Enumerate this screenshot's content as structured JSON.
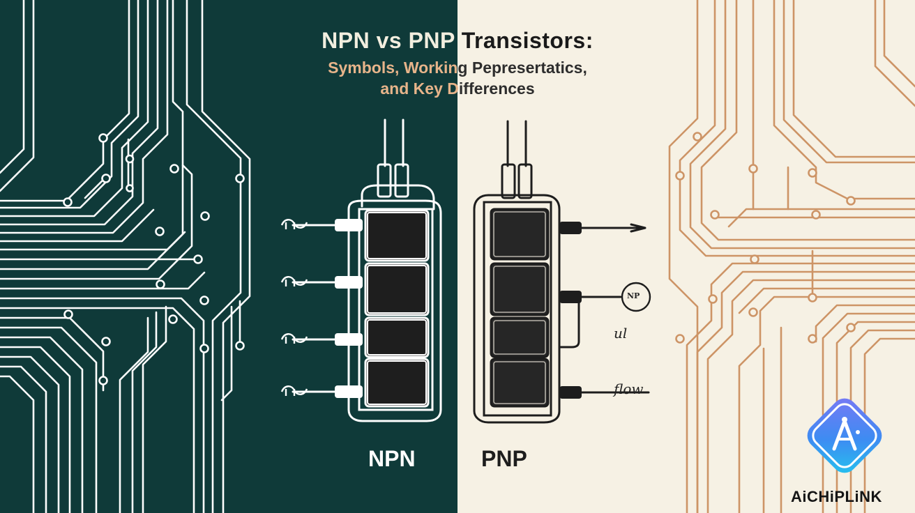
{
  "title": {
    "line1": "NPN vs PNP Transistors:",
    "line2": "Symbols, Working Pepresertatics,",
    "line3": "and Key Differences"
  },
  "labels": {
    "npn": "NPN",
    "pnp": "PNP"
  },
  "annotations": {
    "npn_badge": "NP",
    "ul": "ul",
    "flow": "flow"
  },
  "brand": {
    "name": "AiCHiPLiNK",
    "logo_icon": "aichiplink-logo-icon"
  },
  "colors": {
    "left_bg": "#0f3a39",
    "right_bg": "#f6f1e4",
    "left_trace": "#ffffff",
    "right_trace": "#cd9466",
    "title_dark": "#1a1a1a",
    "title_peach": "#e7b48a",
    "logo_blue": "#2f7cf0"
  }
}
